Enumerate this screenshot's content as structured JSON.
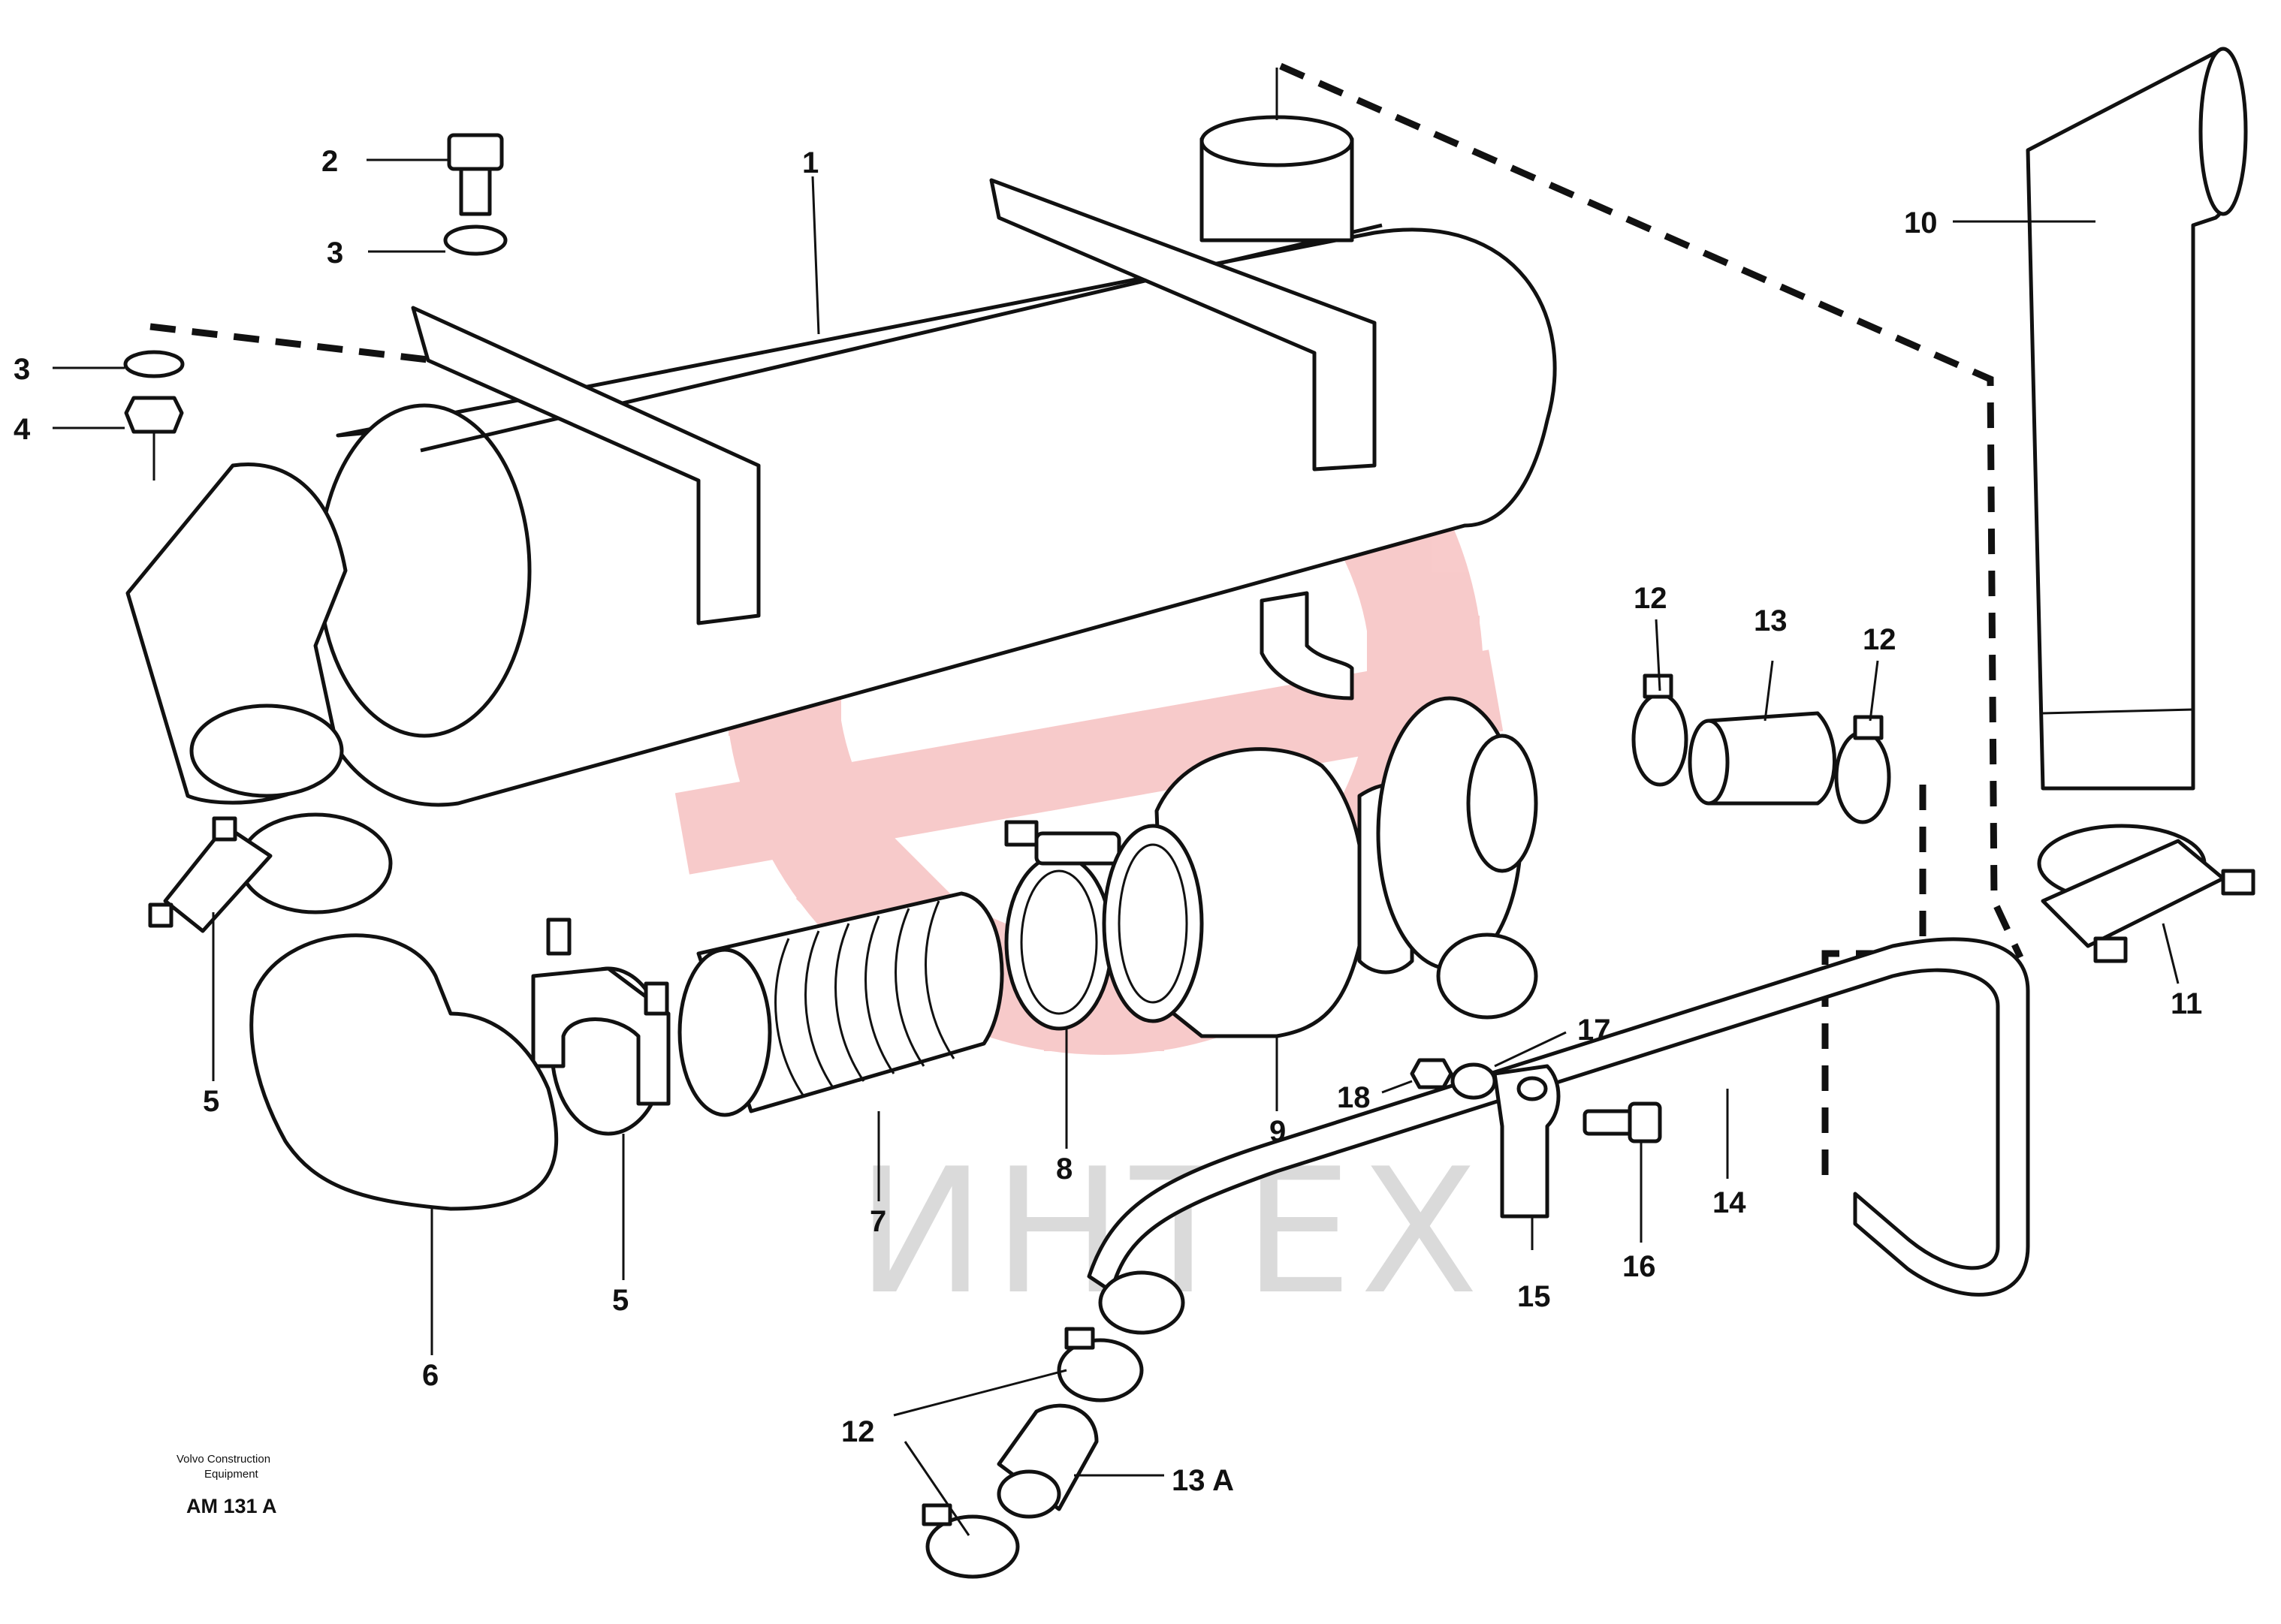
{
  "callouts": {
    "c1": "1",
    "c2": "2",
    "c3a": "3",
    "c3b": "3",
    "c4": "4",
    "c5a": "5",
    "c5b": "5",
    "c6": "6",
    "c7": "7",
    "c8": "8",
    "c9": "9",
    "c10": "10",
    "c11": "11",
    "c12a": "12",
    "c12b": "12",
    "c12c": "12",
    "c13": "13",
    "c13a": "13 A",
    "c14": "14",
    "c15": "15",
    "c16": "16",
    "c17": "17",
    "c18": "18"
  },
  "footer": {
    "maker_line1": "Volvo Construction",
    "maker_line2": "Equipment",
    "code": "AM 131 A"
  },
  "watermark": {
    "text": "ИНТЕХ",
    "logo_color": "#f2a0a0",
    "text_color": "#d2d2d2"
  }
}
